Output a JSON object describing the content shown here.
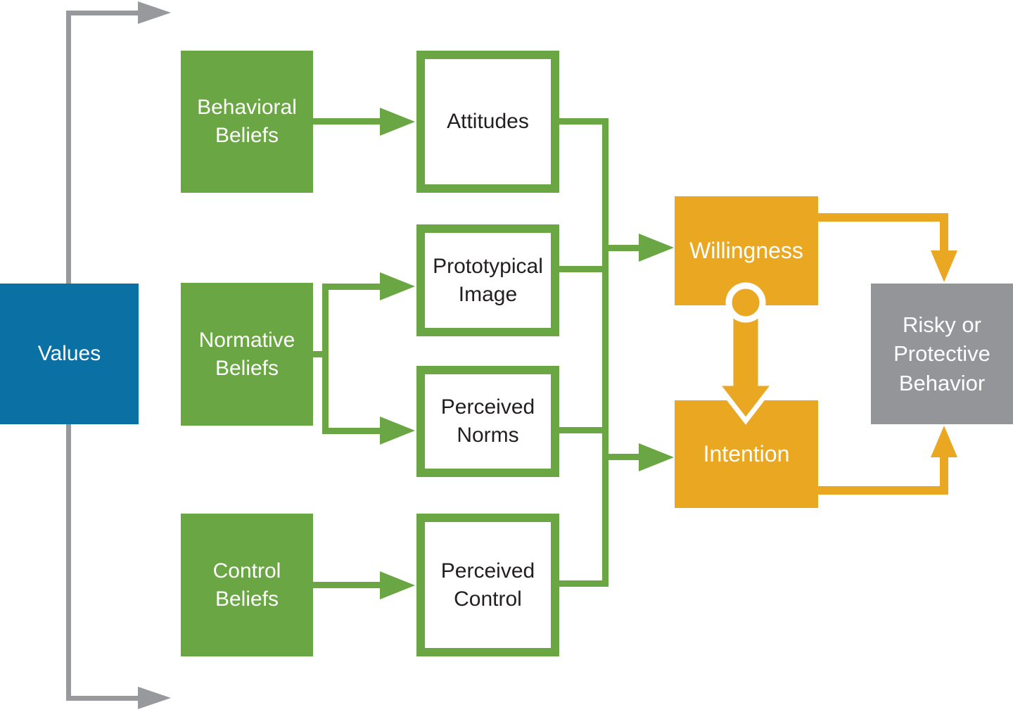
{
  "colors": {
    "green": "#6BA644",
    "blue": "#0B70A3",
    "orange": "#EAA722",
    "gray-box": "#939598",
    "gray-line": "#97999C",
    "text-dark": "#231F20"
  },
  "nodes": {
    "values": "Values",
    "behavioral_beliefs": "Behavioral Beliefs",
    "normative_beliefs": "Normative Beliefs",
    "control_beliefs": "Control Beliefs",
    "attitudes": "Attitudes",
    "prototypical_image": "Prototypical Image",
    "perceived_norms": "Perceived Norms",
    "perceived_control": "Perceived Control",
    "willingness": "Willingness",
    "intention": "Intention",
    "behavior": "Risky or Protective Behavior"
  }
}
